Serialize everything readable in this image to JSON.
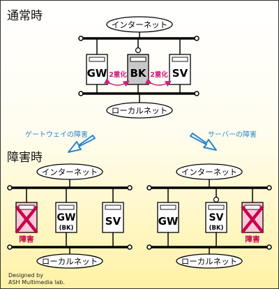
{
  "sections": {
    "normal": "通常時",
    "failure": "障害時"
  },
  "networks": {
    "internet": "インターネット",
    "local": "ローカルネット"
  },
  "servers": {
    "gw": "GW",
    "bk": "BK",
    "sv": "SV",
    "gw_backup": "GW",
    "sv_backup": "SV",
    "backup_tag": "(BK)"
  },
  "duplex_label": "2重化",
  "failure_label": "障害",
  "arrows": {
    "gateway_failure": "ゲートウェイの障害",
    "server_failure": "サーバーの障害"
  },
  "credit": {
    "line1": "Designed by",
    "line2": "ASH Multimedia lab."
  },
  "colors": {
    "background_top": "#ffffff",
    "background_bottom": "#fff2a6",
    "bk_server": "#c8c8c8",
    "failed_server": "#ffc8d8",
    "cross": "#c8004a",
    "duplex": "#d0207a",
    "arrow": "#2a86c8"
  }
}
